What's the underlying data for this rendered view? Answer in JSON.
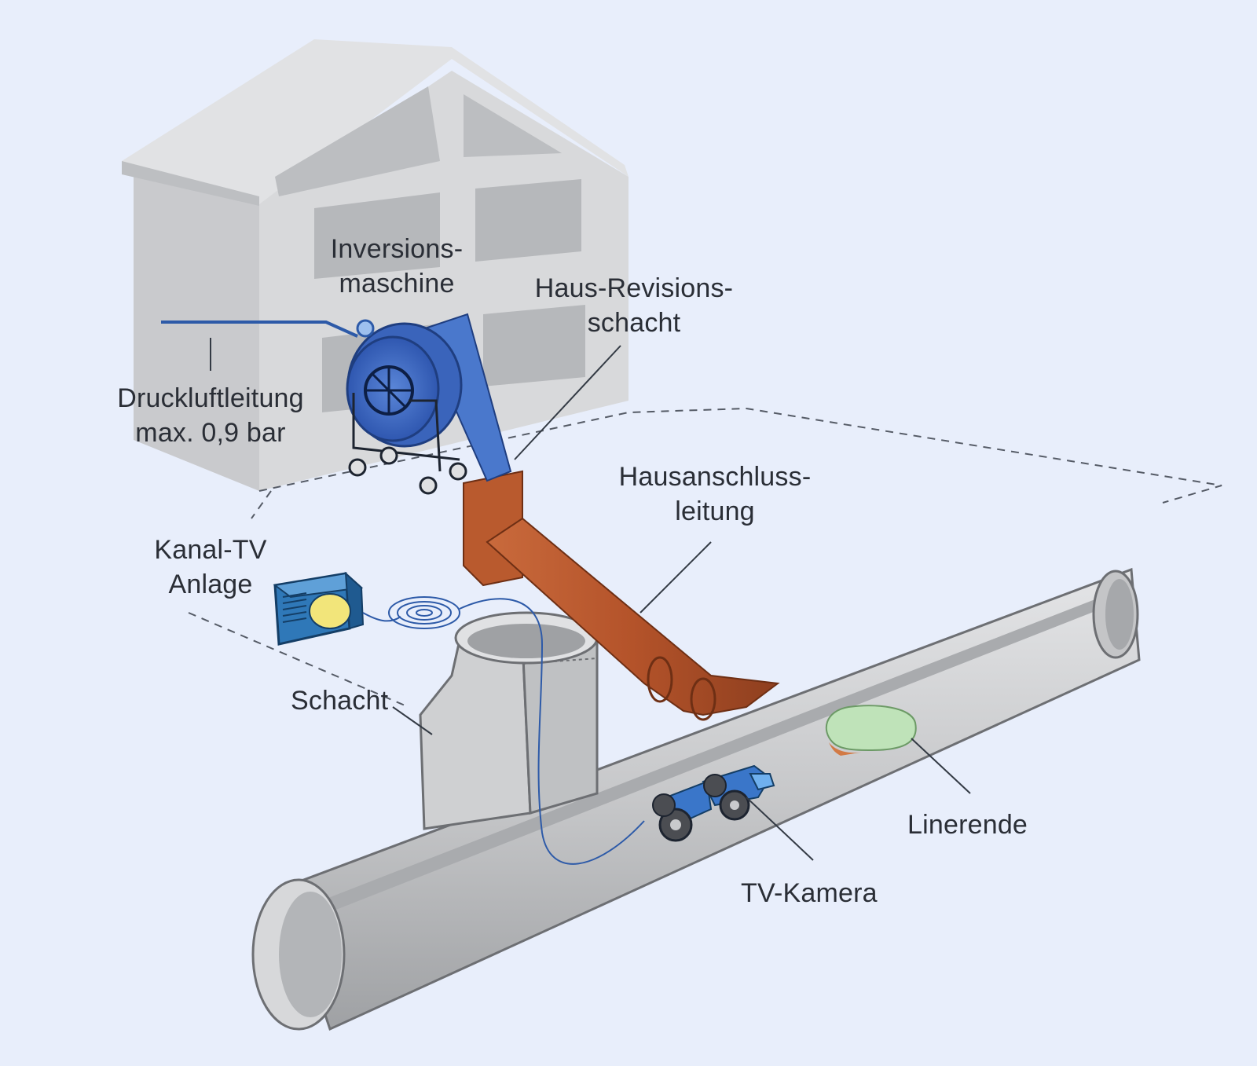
{
  "labels": {
    "inversionsmaschine": [
      "Inversions-",
      "maschine"
    ],
    "haus_revisionsschacht": [
      "Haus-Revisions-",
      "schacht"
    ],
    "druckluftleitung": [
      "Druckluftleitung",
      "max. 0,9 bar"
    ],
    "hausanschlussleitung": [
      "Hausanschluss-",
      "leitung"
    ],
    "kanal_tv_anlage": [
      "Kanal-TV",
      "Anlage"
    ],
    "schacht": "Schacht",
    "linerende": "Linerende",
    "tv_kamera": "TV-Kamera"
  },
  "colors": {
    "background": "#e8eefb",
    "house": "#d5d6d8",
    "house_shadow": "#b8babd",
    "house_window": "#b9bbbe",
    "pipe": "#c9cacc",
    "pipe_inner": "#a7a9ac",
    "brown_pipe": "#b4532a",
    "machine_blue": "#3f6bc6",
    "camera_blue": "#3a76c9",
    "tv_blue": "#2f78b8",
    "liner_green": "#bfe3b9",
    "leader": "#333a44"
  }
}
